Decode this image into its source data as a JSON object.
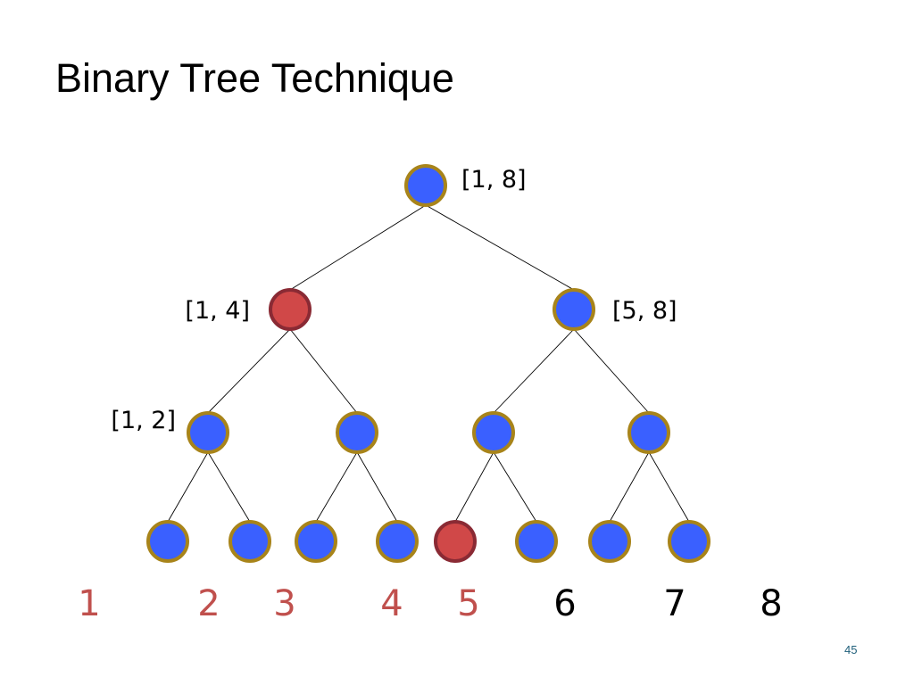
{
  "slide": {
    "title": "Binary Tree Technique",
    "page_number": "45"
  },
  "colors": {
    "node_fill": "#3a60ff",
    "node_ring": "#a8841a",
    "marked_fill": "#d04848",
    "marked_ring": "#8a2a34",
    "edge": "#000000",
    "marked_text": "#c0504d",
    "plain_text": "#000000"
  },
  "tree": {
    "nodes": [
      {
        "id": "root",
        "label": "[1, 8]",
        "marked": false
      },
      {
        "id": "l1-a",
        "label": "[1, 4]",
        "marked": true
      },
      {
        "id": "l1-b",
        "label": "[5, 8]",
        "marked": false
      },
      {
        "id": "l2-a",
        "label": "[1, 2]",
        "marked": false
      },
      {
        "id": "l2-b",
        "label": "",
        "marked": false
      },
      {
        "id": "l2-c",
        "label": "",
        "marked": false
      },
      {
        "id": "l2-d",
        "label": "",
        "marked": false
      },
      {
        "id": "leaf-1",
        "label": "",
        "marked": false
      },
      {
        "id": "leaf-2",
        "label": "",
        "marked": false
      },
      {
        "id": "leaf-3",
        "label": "",
        "marked": false
      },
      {
        "id": "leaf-4",
        "label": "",
        "marked": false
      },
      {
        "id": "leaf-5",
        "label": "",
        "marked": true
      },
      {
        "id": "leaf-6",
        "label": "",
        "marked": false
      },
      {
        "id": "leaf-7",
        "label": "",
        "marked": false
      },
      {
        "id": "leaf-8",
        "label": "",
        "marked": false
      }
    ],
    "edges": [
      [
        "root",
        "l1-a"
      ],
      [
        "root",
        "l1-b"
      ],
      [
        "l1-a",
        "l2-a"
      ],
      [
        "l1-a",
        "l2-b"
      ],
      [
        "l1-b",
        "l2-c"
      ],
      [
        "l1-b",
        "l2-d"
      ],
      [
        "l2-a",
        "leaf-1"
      ],
      [
        "l2-a",
        "leaf-2"
      ],
      [
        "l2-b",
        "leaf-3"
      ],
      [
        "l2-b",
        "leaf-4"
      ],
      [
        "l2-c",
        "leaf-5"
      ],
      [
        "l2-c",
        "leaf-6"
      ],
      [
        "l2-d",
        "leaf-7"
      ],
      [
        "l2-d",
        "leaf-8"
      ]
    ]
  },
  "leaf_numbers": [
    {
      "text": "1",
      "marked": true
    },
    {
      "text": "2",
      "marked": true
    },
    {
      "text": "3",
      "marked": true
    },
    {
      "text": "4",
      "marked": true
    },
    {
      "text": "5",
      "marked": true
    },
    {
      "text": "6",
      "marked": false
    },
    {
      "text": "7",
      "marked": false
    },
    {
      "text": "8",
      "marked": false
    }
  ]
}
